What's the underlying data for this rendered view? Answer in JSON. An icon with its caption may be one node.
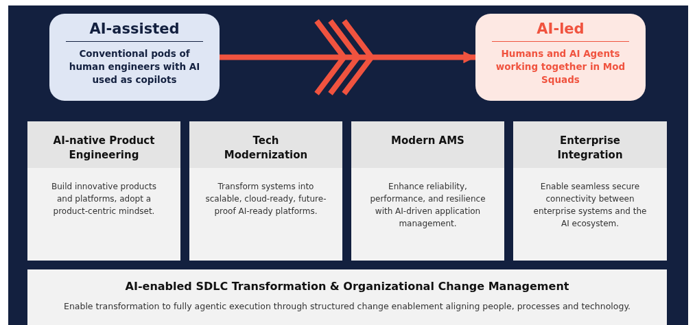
{
  "diagram": {
    "nodes": [
      {
        "text": [
          "AI-assisted",
          "Conventional pods of human engineers with AI used as copilots"
        ]
      },
      {
        "text": [
          "AI-led",
          "Humans and AI Agents working together in Mod Squads"
        ]
      },
      {
        "text": [
          "AI-native Product Engineering",
          "Build innovative products and platforms, adopt a product-centric mindset."
        ]
      },
      {
        "text": [
          "Tech Modernization",
          "Transform systems into scalable, cloud-ready, future-proof AI-ready platforms."
        ]
      },
      {
        "text": [
          "Modern AMS",
          "Enhance reliability, performance, and resilience with AI-driven application management."
        ]
      },
      {
        "text": [
          "Enterprise Integration",
          "Enable seamless secure connectivity between enterprise systems and the AI ecosystem."
        ]
      },
      {
        "text": [
          "AI-enabled SDLC Transformation & Organizational Change Management",
          "Enable transformation to fully agentic execution through structured change enablement aligning people, processes and technology."
        ]
      }
    ],
    "edges": [
      {
        "from": 0,
        "to": 1,
        "arrow": "to",
        "color": "#f0533f"
      }
    ]
  }
}
